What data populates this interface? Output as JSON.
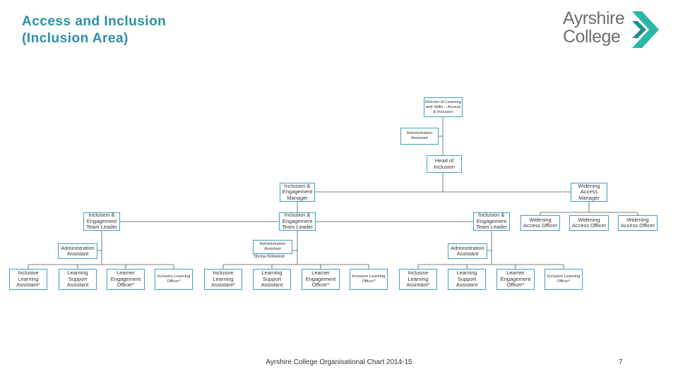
{
  "title": {
    "line1": "Access and Inclusion",
    "line2": "(Inclusion Area)"
  },
  "logo": {
    "line1": "Ayrshire",
    "line2": "College"
  },
  "nodes": {
    "director": "Director of Learning and Skills – Access & Inclusion",
    "admin_top": "Administration Assistant",
    "head": "Head of Inclusion",
    "iem": "Inclusion & Engagement Manager",
    "wam": "Widening Access Manager",
    "tl1": "Inclusion & Engagement Team Leader",
    "tl2": "Inclusion & Engagement Team Leader",
    "tl3": "Inclusion & Engagement Team Leader",
    "wao1": "Widening Access Officer",
    "wao2": "Widening Access Officer",
    "wao3": "Widening Access Officer",
    "admin_a": "Administration Assistant",
    "admin_b": "Administration Assistant",
    "admin_b_name": "Shona Kirkwood",
    "admin_c": "Administration Assistant",
    "g1_ila": "Inclusive Learning Assistant*",
    "g1_lsa": "Learning Support Assistant",
    "g1_leo": "Learner Engagement Officer*",
    "g1_ilo": "Inclusive Learning Officer*",
    "g2_ila": "Inclusive Learning Assistant*",
    "g2_lsa": "Learning Support Assistant",
    "g2_leo": "Learner Engagement Officer*",
    "g2_ilo": "Inclusive Learning Officer*",
    "g3_ila": "Inclusive Learning Assistant*",
    "g3_lsa": "Learning Support Assistant",
    "g3_leo": "Learner Engagement Officer*",
    "g3_ilo": "Inclusive Learning Officer*"
  },
  "footer": "Ayrshire College Organisational Chart 2014-15",
  "page_number": "7",
  "colors": {
    "title": "#2a8fa6",
    "border": "#3ea0be",
    "logo_grey": "#6d6e71",
    "logo_teal": "#2cb7a5"
  }
}
